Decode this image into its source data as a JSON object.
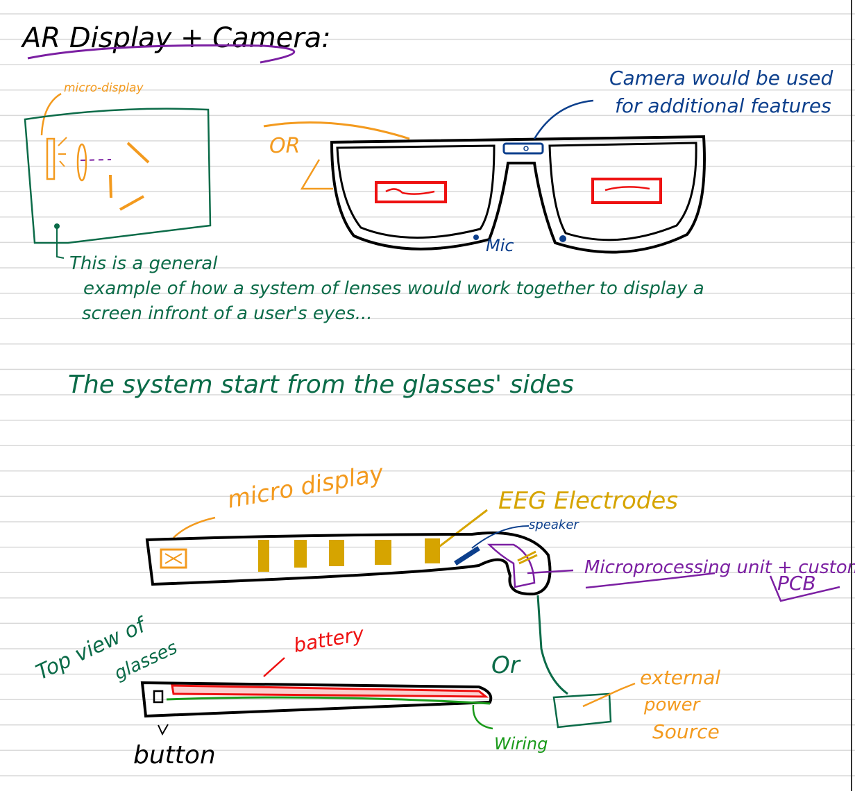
{
  "colors": {
    "paper": "#ffffff",
    "rule": "#d9d9d9",
    "ink": "#000000",
    "purple": "#7b1fa2",
    "orange": "#f39a1e",
    "gold": "#d6a400",
    "green": "#0b6b48",
    "bright_green": "#1a9a1a",
    "blue": "#0c3f8c",
    "red": "#ee1111"
  },
  "title": "AR Display + Camera:",
  "section1": {
    "micro_display_label": "micro-display",
    "or_label": "OR",
    "camera_note_line1": "Camera would be used",
    "camera_note_line2": "for additional features",
    "mic_label": "Mic",
    "explanation_line1": "This is a general",
    "explanation_line2": "example of how a system of lenses would work together to display a",
    "explanation_line3": "screen infront of a user's eyes..."
  },
  "subtitle": "The system start from the glasses' sides",
  "section2": {
    "micro_display_label": "micro display",
    "eeg_label": "EEG Electrodes",
    "speaker_label": "speaker",
    "mpu_label_line1": "Microprocessing unit + custom",
    "mpu_label_line2": "PCB",
    "top_view_line1": "Top view of",
    "top_view_line2": "glasses",
    "battery_label": "battery",
    "or_label": "Or",
    "power_line1": "external",
    "power_line2": "power",
    "power_line3": "Source",
    "wiring_label": "Wiring",
    "button_label": "button"
  }
}
